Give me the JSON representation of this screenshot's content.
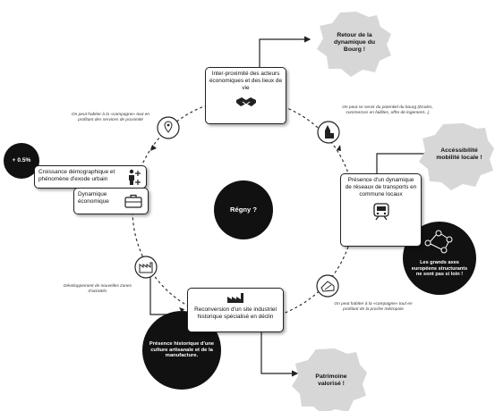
{
  "center_label": "Régny ?",
  "badge": "+ 0.5%",
  "boxes": {
    "interproximite": "Inter-proximité des acteurs économiques et des lieux de vie",
    "croissance": "Croissance démographique et phénomène d'exode urbain",
    "dynamique_eco": "Dynamique économique",
    "transports": "Présence d'un dynamique de réseaux de transports en commune locaux",
    "reconversion": "Reconversion d'un site industriel historique spécialisé en déclin"
  },
  "blobs": {
    "retour_bourg": "Retour de la dynamique du Bourg !",
    "accessibilite": "Accéssibilité mobilité locale !",
    "grands_axes": "Les grands axes européens structurants ne sont pas si loin !",
    "presence_historique": "Présence historique d'une culture artisanale et de la manufacture.",
    "patrimoine": "Patrimoine valorisé !"
  },
  "notes": {
    "campagne_proximite": "On peut habiter à la «campagne» tout en profitant des services de proximité",
    "potentiel_bourg": "On peut se servir du potentiel du bourg (Ecoles, commerces en faillites, offre de logement...)",
    "zones_activite": "Développement de nouvelles zones d'activités",
    "campagne_metropole": "On peut habiter à la «campagne» tout en profitant de la proche métropole"
  },
  "colors": {
    "dark": "#111111",
    "grey": "#d7d7d7",
    "line": "#222222"
  }
}
